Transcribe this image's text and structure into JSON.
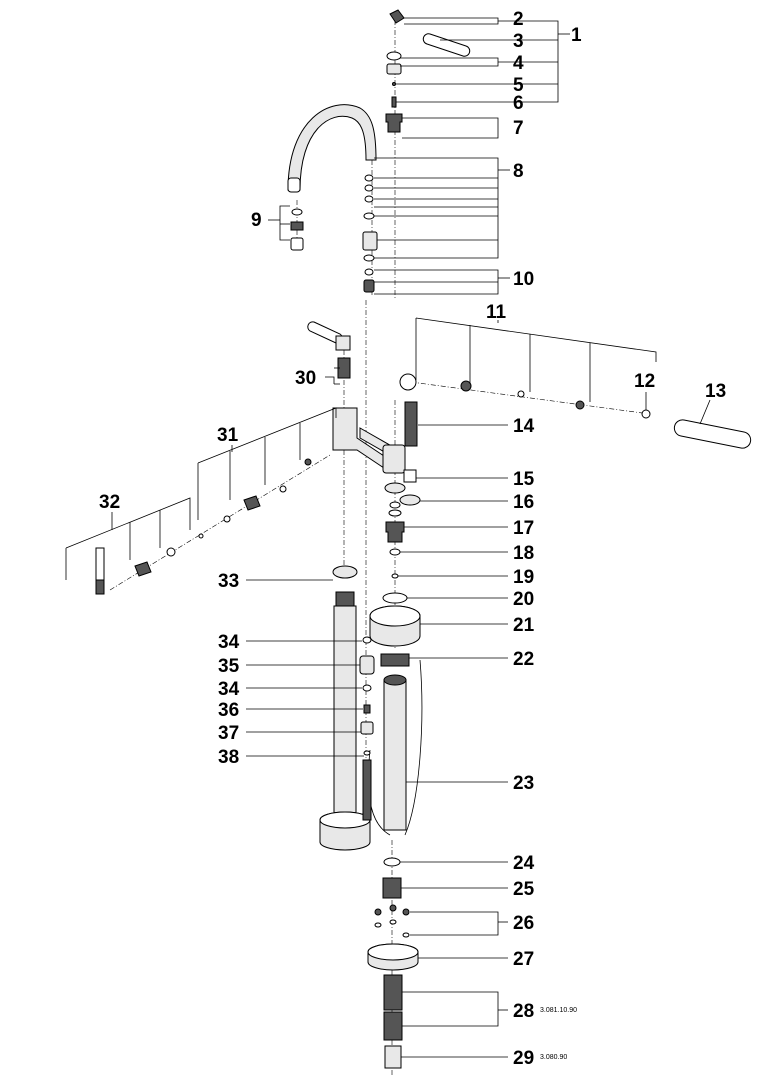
{
  "labels": {
    "n1": "1",
    "n2": "2",
    "n3": "3",
    "n4": "4",
    "n5": "5",
    "n6": "6",
    "n7": "7",
    "n8": "8",
    "n9": "9",
    "n10": "10",
    "n11": "11",
    "n12": "12",
    "n13": "13",
    "n14": "14",
    "n15": "15",
    "n16": "16",
    "n17": "17",
    "n18": "18",
    "n19": "19",
    "n20": "20",
    "n21": "21",
    "n22": "22",
    "n23": "23",
    "n24": "24",
    "n25": "25",
    "n26": "26",
    "n27": "27",
    "n28": "28",
    "n29": "29",
    "n30": "30",
    "n31": "31",
    "n32": "32",
    "n33": "33",
    "n34a": "34",
    "n35": "35",
    "n34b": "34",
    "n36": "36",
    "n37": "37",
    "n38": "38"
  },
  "codes": {
    "c28": "3.081.10.90",
    "c29": "3.080.90"
  }
}
